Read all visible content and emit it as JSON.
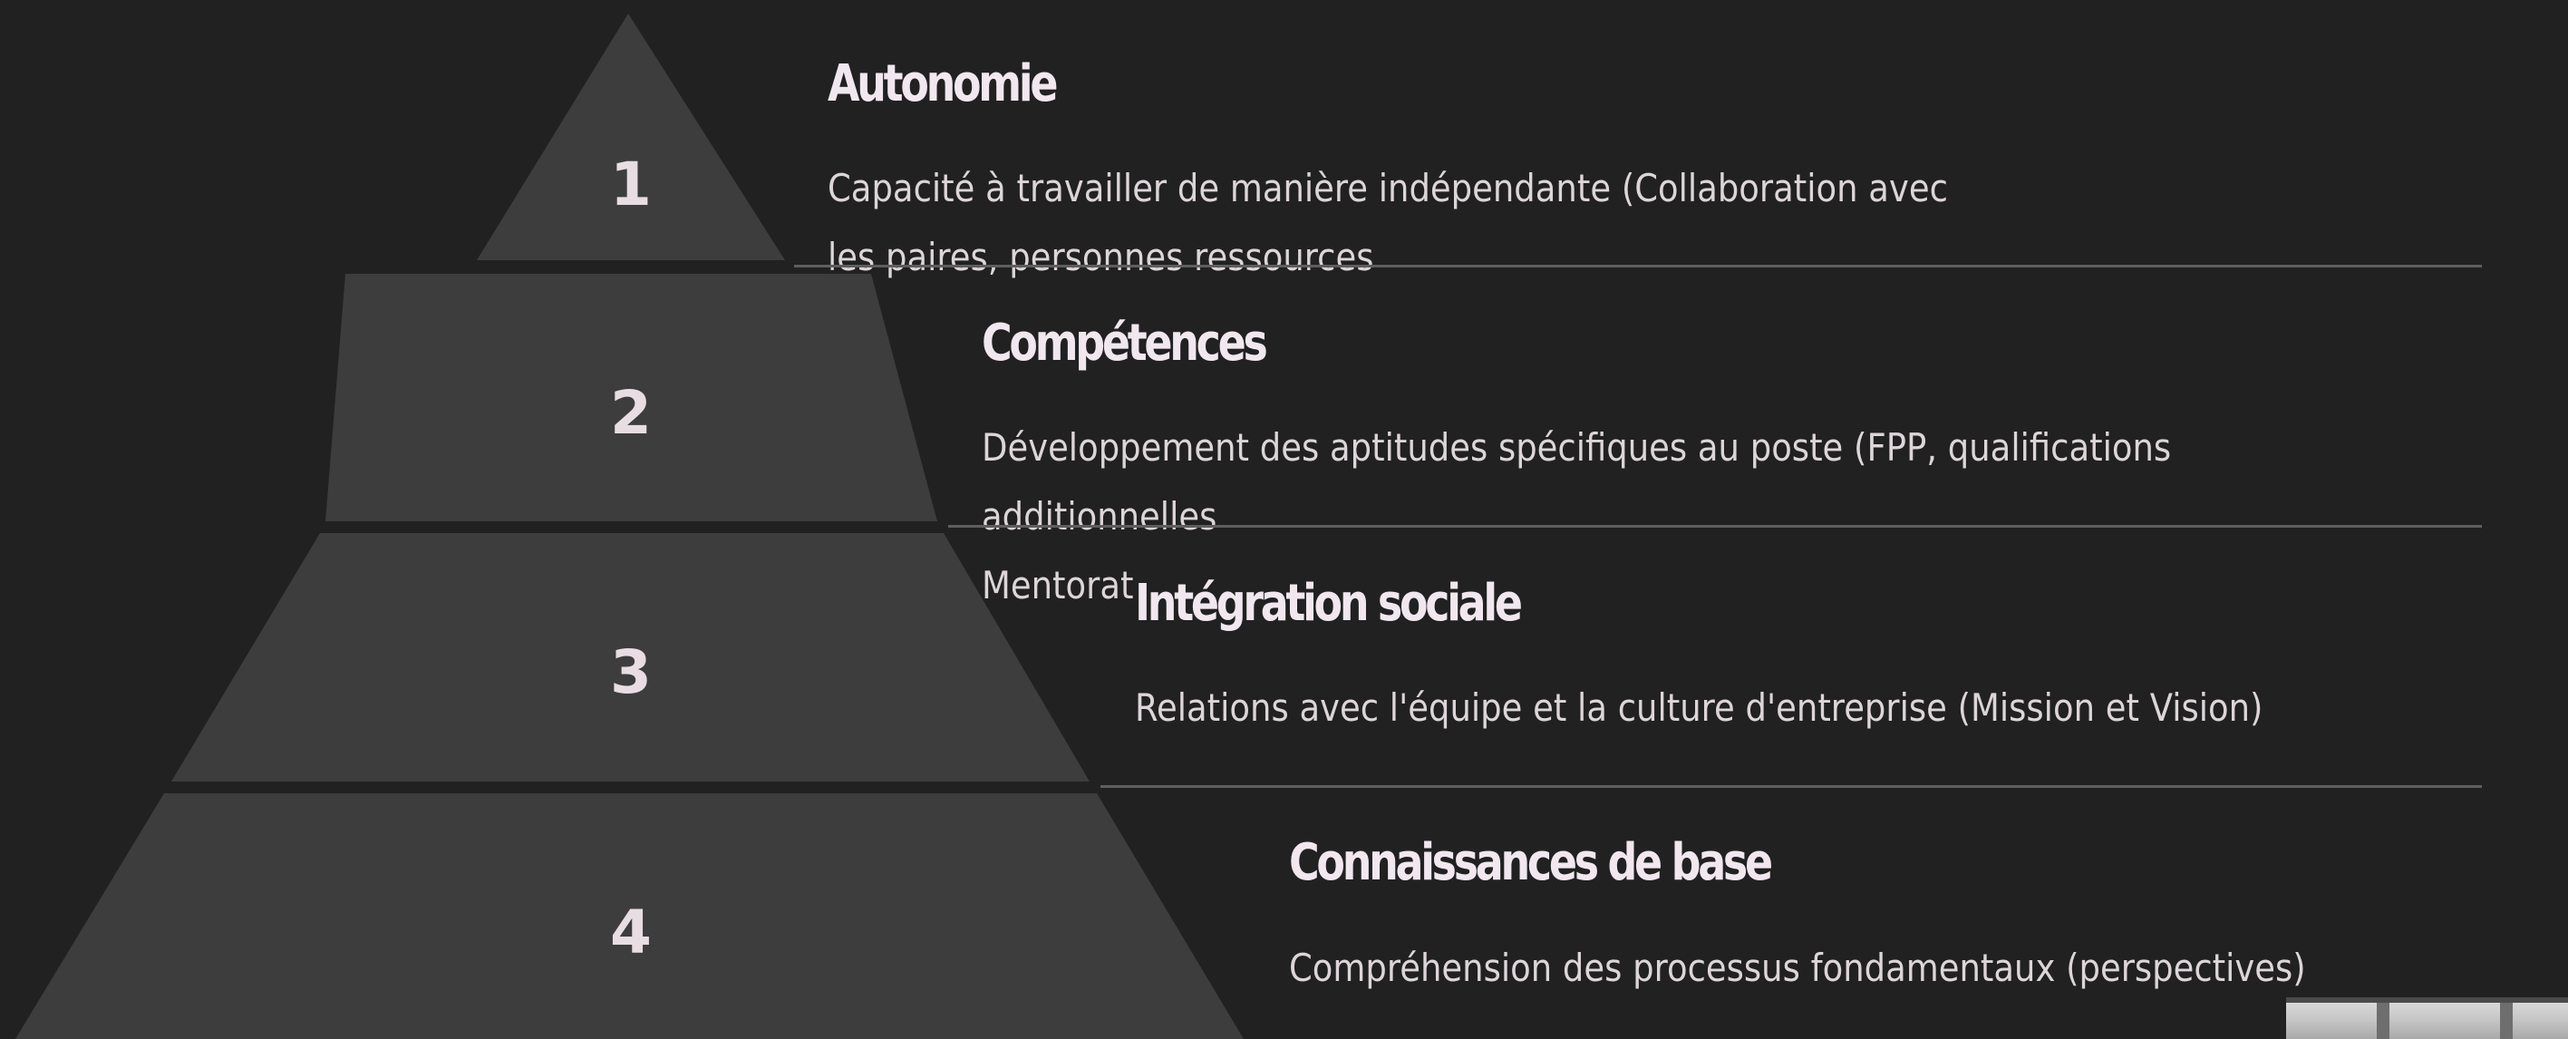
{
  "levels": [
    {
      "number": "1",
      "title": "Autonomie",
      "description": "Capacité à travailler de manière indépendante (Collaboration avec\nles paires, personnes ressources"
    },
    {
      "number": "2",
      "title": "Compétences",
      "description": "Développement des aptitudes spécifiques au poste (FPP, qualifications additionnelles\nMentorat"
    },
    {
      "number": "3",
      "title": "Intégration sociale",
      "description": "Relations avec l'équipe et la culture d'entreprise (Mission et Vision)"
    },
    {
      "number": "4",
      "title": "Connaissances de base",
      "description": "Compréhension des processus fondamentaux (perspectives)"
    }
  ],
  "colors": {
    "background": "#212121",
    "tier_fill": "#3d3d3d",
    "rule": "#5e5e5e",
    "title_text": "#f1e7ee",
    "body_text": "#dcd5d9"
  }
}
